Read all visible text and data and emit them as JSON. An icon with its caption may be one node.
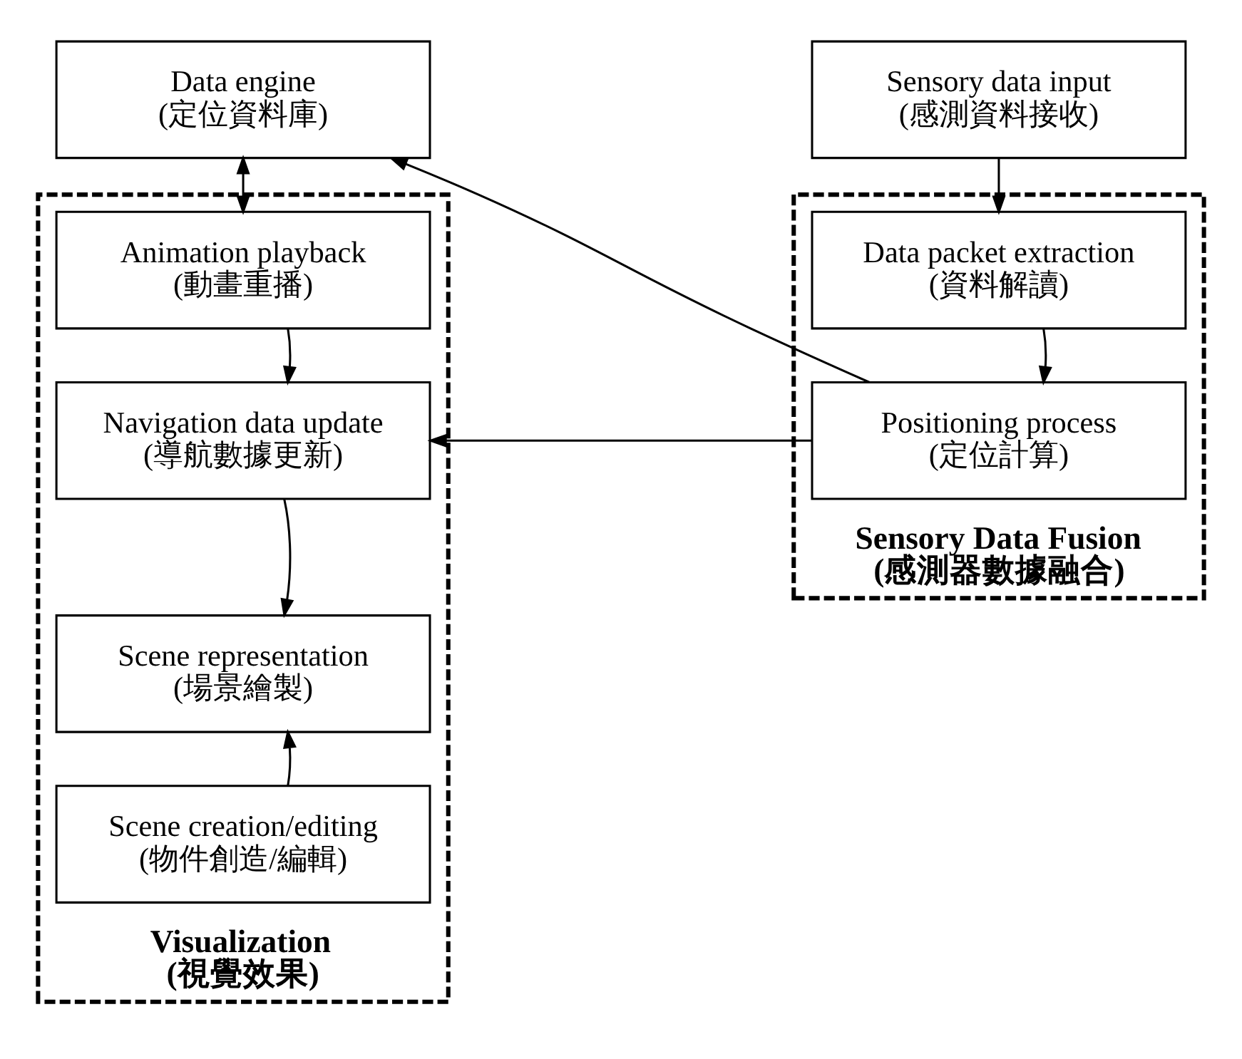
{
  "diagram": {
    "nodes": [
      {
        "text": [
          "Data engine (定位資料庫)"
        ]
      },
      {
        "text": [
          "Sensory data input (感測資料接收)"
        ]
      },
      {
        "text": [
          "Visualization (視覺效果)"
        ]
      },
      {
        "text": [
          "Animation playback (動畫重播)"
        ],
        "in": 2
      },
      {
        "text": [
          "Navigation data update (導航數據更新)"
        ],
        "in": 2
      },
      {
        "text": [
          "Scene representation (場景繪製)"
        ],
        "in": 2
      },
      {
        "text": [
          "Scene creation/editing (物件創造/編輯)"
        ],
        "in": 2
      },
      {
        "text": [
          "Sensory Data Fusion (感測器數據融合)"
        ]
      },
      {
        "text": [
          "Data packet extraction (資料解讀)"
        ],
        "in": 7
      },
      {
        "text": [
          "Positioning process (定位計算)"
        ],
        "in": 7
      }
    ],
    "edges": [
      {
        "from": 0,
        "to": 3,
        "arrow": "both"
      },
      {
        "from": 3,
        "to": 4,
        "arrow": "to"
      },
      {
        "from": 4,
        "to": 5,
        "arrow": "to"
      },
      {
        "from": 6,
        "to": 5,
        "arrow": "to"
      },
      {
        "from": 1,
        "to": 8,
        "arrow": "to"
      },
      {
        "from": 8,
        "to": 9,
        "arrow": "to"
      },
      {
        "from": 9,
        "to": 4,
        "arrow": "to"
      },
      {
        "from": 9,
        "to": 0,
        "arrow": "to"
      }
    ]
  }
}
